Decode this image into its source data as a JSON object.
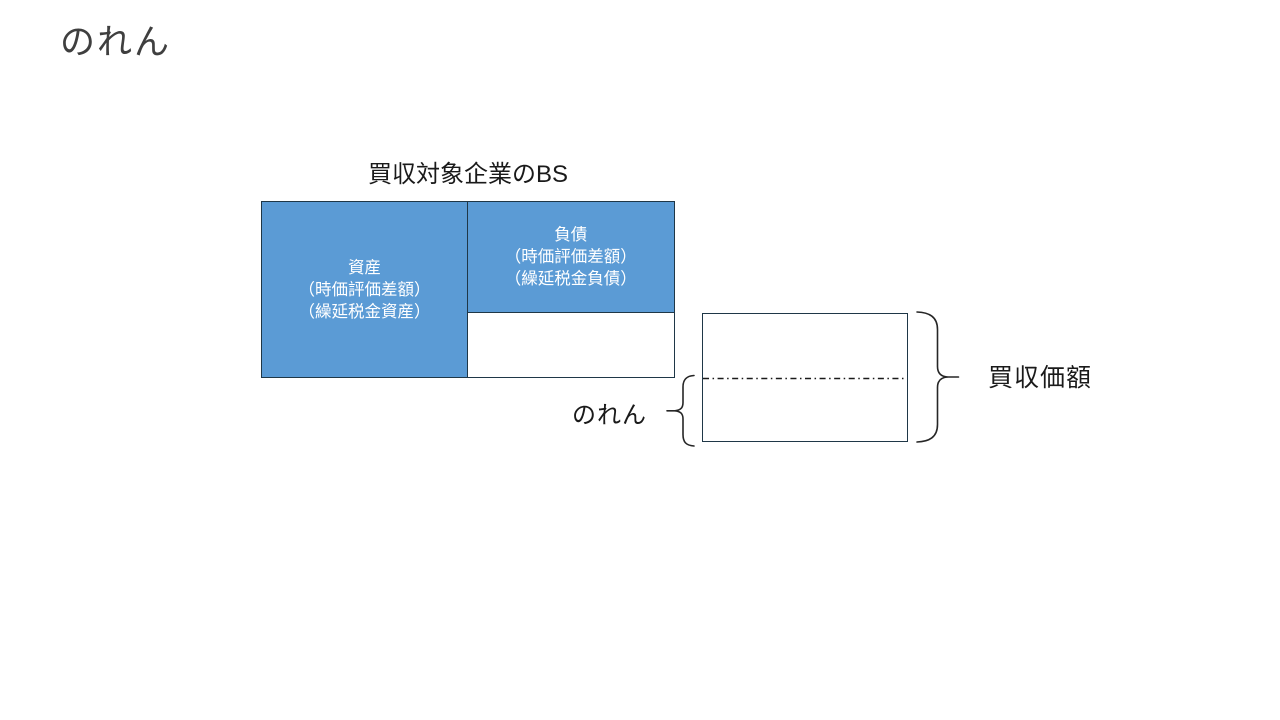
{
  "title": "のれん",
  "diagram": {
    "bs_label": "買収対象企業のBS",
    "asset_box": {
      "lines": [
        "資産",
        "（時価評価差額）",
        "（繰延税金資産）"
      ]
    },
    "liability_box": {
      "lines": [
        "負債",
        "（時価評価差額）",
        "（繰延税金負債）"
      ]
    },
    "goodwill_label": "のれん",
    "purchase_price_label": "買収価額"
  },
  "colors": {
    "box_fill": "#5b9bd5",
    "box_border": "#1f3747",
    "brace": "#262626",
    "title_color": "#3f3f3f"
  }
}
